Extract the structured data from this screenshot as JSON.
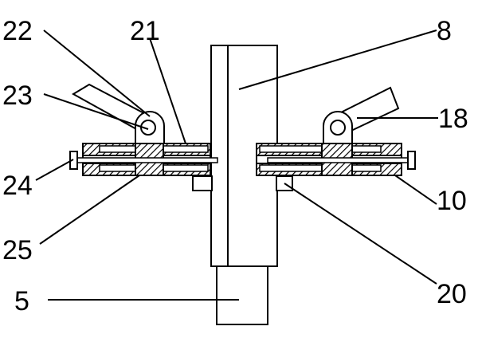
{
  "labels": {
    "l22": "22",
    "l21": "21",
    "l8": "8",
    "l23": "23",
    "l18": "18",
    "l24": "24",
    "l10": "10",
    "l25": "25",
    "l20": "20",
    "l5": "5"
  }
}
